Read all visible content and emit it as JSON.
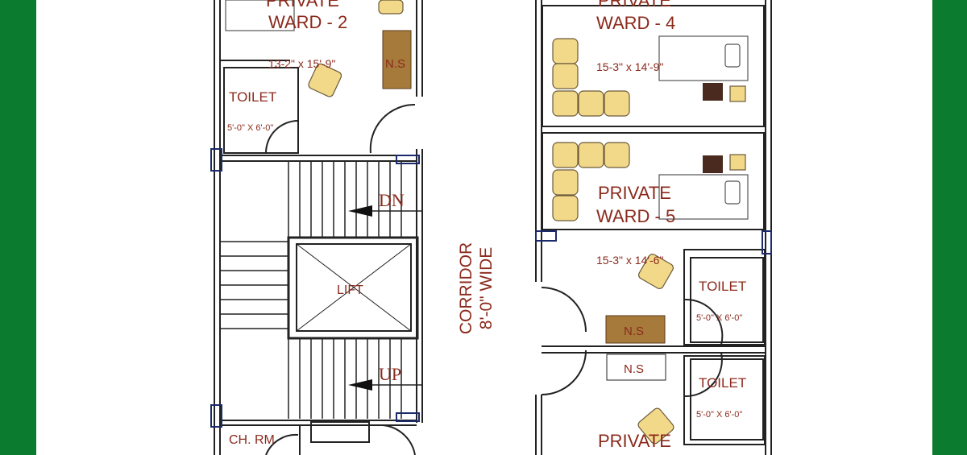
{
  "colors": {
    "border": "#0b7b2f",
    "text": "#8b2a1c",
    "furniture": "#f2d98a",
    "nurse_station": "#a67a3a",
    "wall": "#222222",
    "column": "#1a2a6a"
  },
  "rooms": {
    "ward2": {
      "title_top": "PRIVATE",
      "title": "WARD - 2",
      "size": "13-2\" x 15'-9\""
    },
    "ward4": {
      "title_top": "PRIVATE",
      "title": "WARD - 4",
      "size": "15-3\" x 14'-9\""
    },
    "ward5": {
      "title_top": "PRIVATE",
      "title": "WARD - 5",
      "size": "15-3\" x 14'-6\""
    },
    "ward6": {
      "title_top": "PRIVATE"
    },
    "toilet_left": {
      "title": "TOILET",
      "size": "5'-0\" X 6'-0\""
    },
    "toilet_r1": {
      "title": "TOILET",
      "size": "5'-0\" X 6'-0\""
    },
    "toilet_r2": {
      "title": "TOILET",
      "size": "5'-0\" X 6'-0\""
    },
    "ns_left": "N.S",
    "ns_r1": "N.S",
    "ns_r2": "N.S",
    "lift": "LIFT",
    "stair_dn": "DN",
    "stair_up": "UP",
    "change_room": "CH. RM",
    "corridor_line1": "CORRIDOR",
    "corridor_line2": "8'-0\" WIDE"
  }
}
